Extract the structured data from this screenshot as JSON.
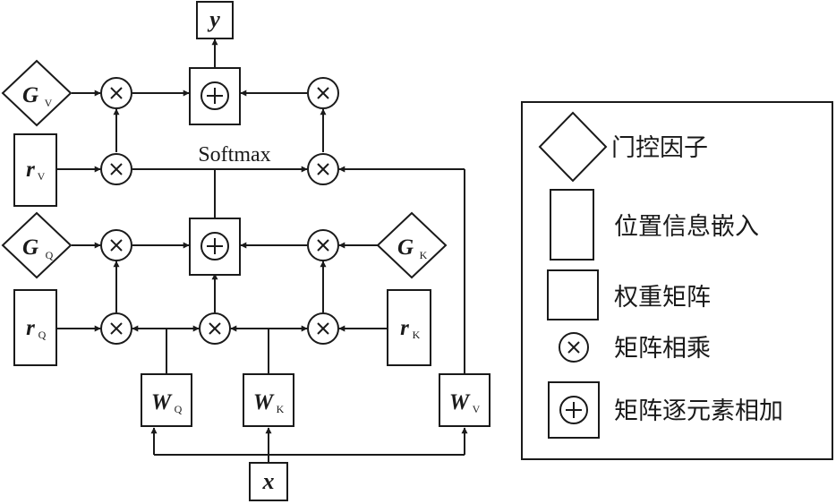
{
  "nodes": {
    "y": {
      "main": "y",
      "sub": ""
    },
    "x": {
      "main": "x",
      "sub": ""
    },
    "g_v": {
      "main": "G",
      "sub": "V"
    },
    "g_q": {
      "main": "G",
      "sub": "Q"
    },
    "g_k": {
      "main": "G",
      "sub": "K"
    },
    "r_v": {
      "main": "r",
      "sub": "V"
    },
    "r_q": {
      "main": "r",
      "sub": "Q"
    },
    "r_k": {
      "main": "r",
      "sub": "K"
    },
    "w_q": {
      "main": "W",
      "sub": "Q"
    },
    "w_k": {
      "main": "W",
      "sub": "K"
    },
    "w_v": {
      "main": "W",
      "sub": "V"
    }
  },
  "softmax_label": "Softmax",
  "legend": {
    "gate_factor": "门控因子",
    "position_embedding": "位置信息嵌入",
    "weight_matrix": "权重矩阵",
    "matrix_multiply": "矩阵相乘",
    "elementwise_add": "矩阵逐元素相加"
  }
}
